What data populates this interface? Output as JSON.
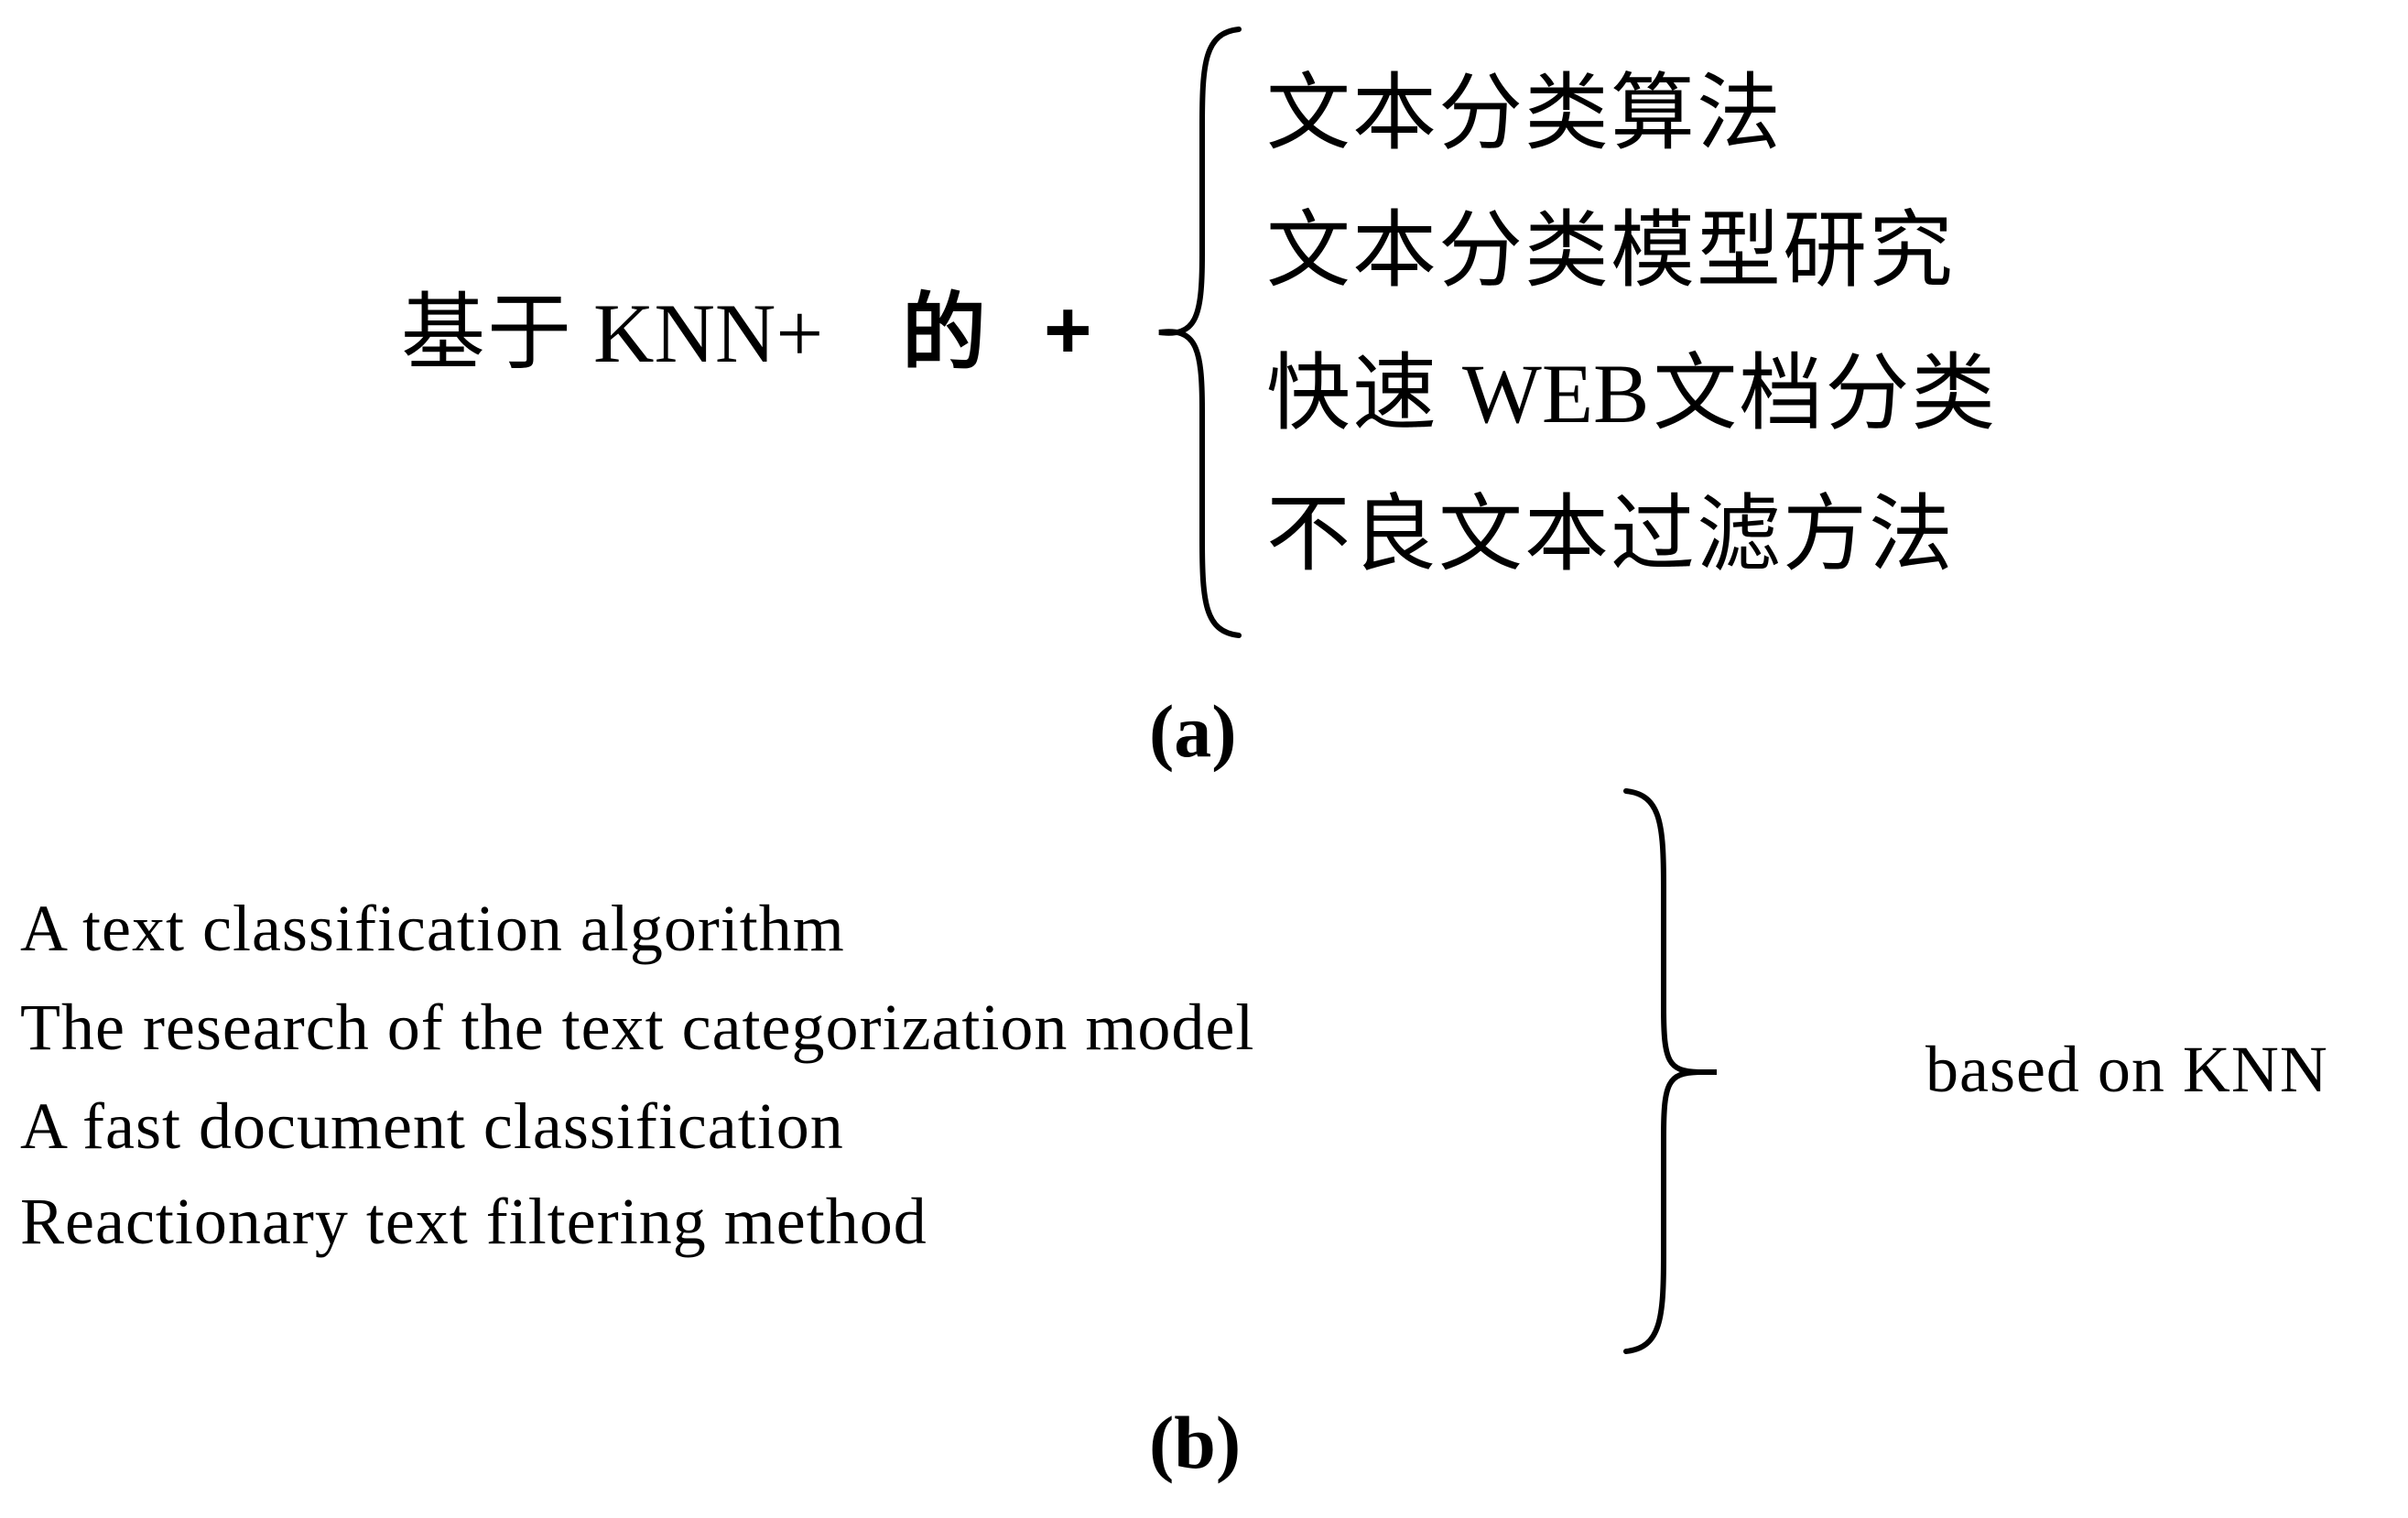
{
  "panel_a": {
    "prefix_chars": "基于",
    "prefix_latin": "KNN+",
    "de": "的",
    "plus": "+",
    "items": [
      {
        "text": "文本分类算法"
      },
      {
        "text": "文本分类模型研究"
      },
      {
        "cn1": "快速",
        "latin": "WEB",
        "cn2": "文档分类"
      },
      {
        "text": "不良文本过滤方法"
      }
    ],
    "caption": "(a)"
  },
  "panel_b": {
    "items": [
      "A text classification algorithm",
      "The research of the text categorization model",
      "A fast document classification",
      "Reactionary text filtering method"
    ],
    "suffix": "based on KNN",
    "caption": "(b)"
  }
}
